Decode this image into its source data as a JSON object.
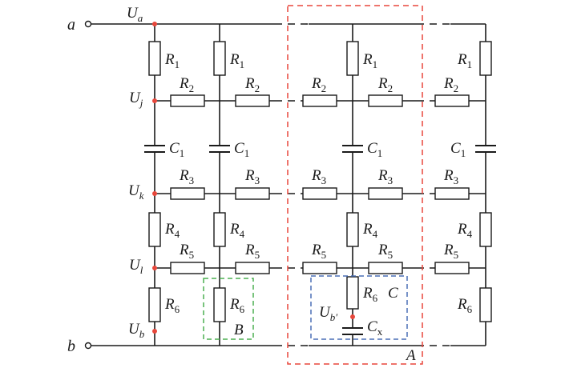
{
  "terminals": {
    "a": "a",
    "b": "b"
  },
  "voltages": {
    "Ua": {
      "main": "U",
      "sub": "a"
    },
    "Uj": {
      "main": "U",
      "sub": "j"
    },
    "Uk": {
      "main": "U",
      "sub": "k"
    },
    "Ul": {
      "main": "U",
      "sub": "l"
    },
    "Ub": {
      "main": "U",
      "sub": "b"
    },
    "Ubp": {
      "main": "U",
      "sub": "b′"
    }
  },
  "components": {
    "R1": {
      "main": "R",
      "sub": "1"
    },
    "R2": {
      "main": "R",
      "sub": "2"
    },
    "R3": {
      "main": "R",
      "sub": "3"
    },
    "R4": {
      "main": "R",
      "sub": "4"
    },
    "R5": {
      "main": "R",
      "sub": "5"
    },
    "R6": {
      "main": "R",
      "sub": "6"
    },
    "C1": {
      "main": "C",
      "sub": "1"
    },
    "Cx": {
      "main": "C",
      "sub": "x"
    }
  },
  "regions": {
    "A": "A",
    "B": "B",
    "C": "C"
  },
  "colors": {
    "regionA": "#e8473b",
    "regionB": "#4caf50",
    "regionC": "#4a6fb5",
    "nodes": "#e8473b",
    "wire": "#1a1a1a"
  }
}
